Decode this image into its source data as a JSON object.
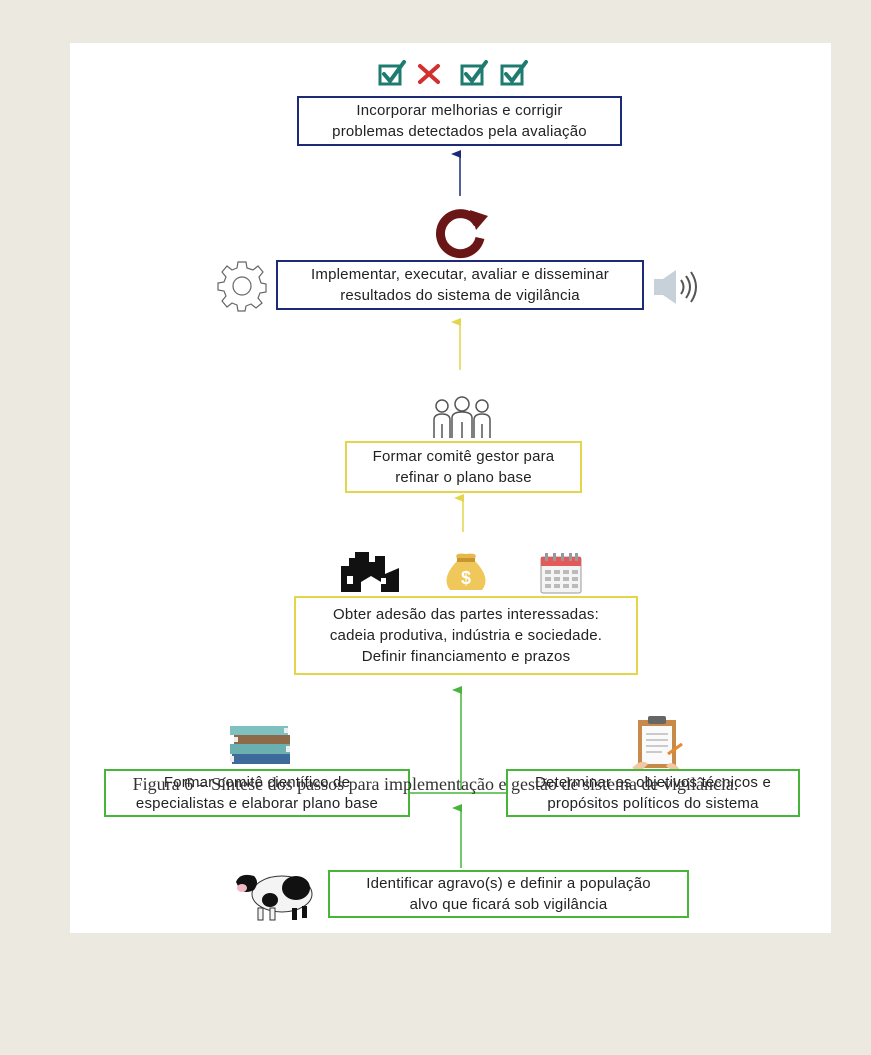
{
  "diagram": {
    "steps": [
      {
        "id": "step1",
        "text": "Identificar agravo(s) e definir a população\nalvo que ficará sob vigilância",
        "icon": "cow-icon"
      },
      {
        "id": "step2a",
        "text": "Formar comitê científico de\nespecialistas e elaborar plano base",
        "icon": "books-icon"
      },
      {
        "id": "step2b",
        "text": "Determinar os objetivos técnicos e\npropósitos políticos do sistema",
        "icon": "clipboard-icon"
      },
      {
        "id": "step3",
        "text": "Obter adesão das partes interessadas:\ncadeia produtiva, indústria e sociedade.\nDefinir financiamento e prazos",
        "icons": [
          "factory-icon",
          "money-bag-icon",
          "calendar-icon"
        ]
      },
      {
        "id": "step4",
        "text": "Formar comitê gestor para\nrefinar o plano base",
        "icon": "committee-people-icon"
      },
      {
        "id": "step5",
        "text": "Implementar, executar, avaliar e disseminar\nresultados do sistema de vigilância",
        "icons": [
          "gear-icon",
          "refresh-icon",
          "speaker-icon"
        ]
      },
      {
        "id": "step6",
        "text": "Incorporar melhorias e corrigir\nproblemas detectados pela avaliação",
        "icon": "checkmarks-icon"
      }
    ],
    "colors": {
      "blue": "#1c2a78",
      "yellow": "#e3d64a",
      "green": "#46b53a",
      "dark_red": "#6b1616",
      "red": "#d32f2f",
      "teal": "#1e7b6f"
    }
  },
  "caption": "Figura 6 – Síntese dos passos para implementação e gestão de sistema de vigilância."
}
